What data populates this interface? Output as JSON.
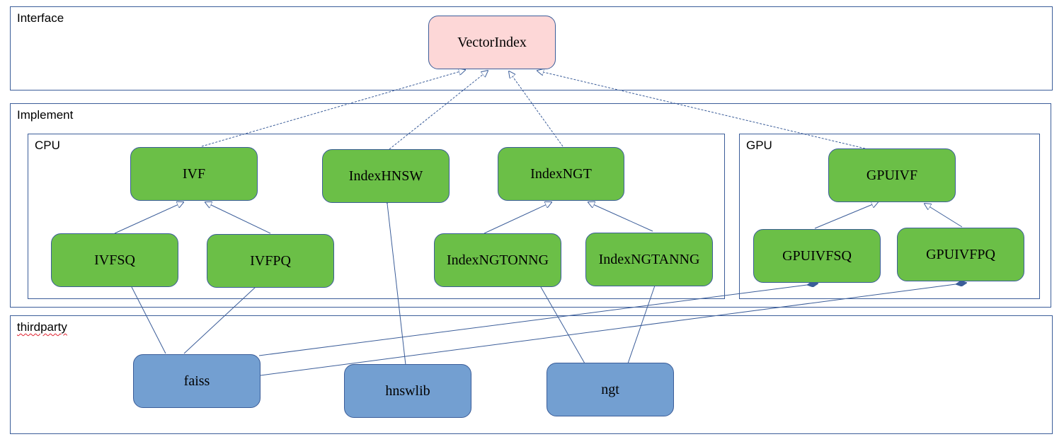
{
  "frames": {
    "interface": "Interface",
    "implement": "Implement",
    "cpu": "CPU",
    "gpu": "GPU",
    "thirdparty": "thirdparty"
  },
  "nodes": {
    "vectorindex": "VectorIndex",
    "ivf": "IVF",
    "indexhnsw": "IndexHNSW",
    "indexngt": "IndexNGT",
    "ivfsq": "IVFSQ",
    "ivfpq": "IVFPQ",
    "indexngtonng": "IndexNGTONNG",
    "indexngtanng": "IndexNGTANNG",
    "gpuivf": "GPUIVF",
    "gpuivfsq": "GPUIVFSQ",
    "gpuivfpq": "GPUIVFPQ",
    "faiss": "faiss",
    "hnswlib": "hnswlib",
    "ngt": "ngt"
  },
  "colors": {
    "line": "#3b5d99",
    "interface_fill": "#fdd7d7",
    "implement_fill": "#6bbf47",
    "thirdparty_fill": "#739fd1"
  }
}
